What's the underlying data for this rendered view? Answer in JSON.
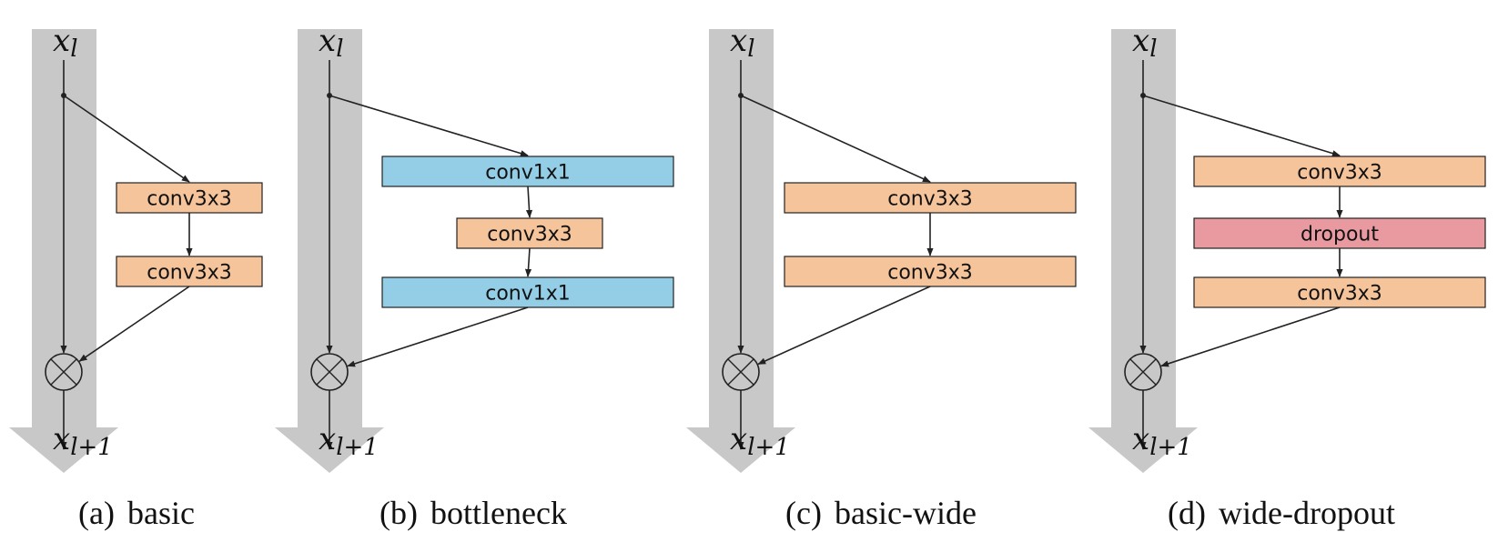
{
  "colors": {
    "highway": "#c8c8c8",
    "conv3x3": "#f5c49a",
    "conv1x1": "#93cde6",
    "dropout": "#e99aa0",
    "stroke": "#222222"
  },
  "symbols": {
    "input_base": "x",
    "input_sub": "l",
    "output_base": "x",
    "output_sub": "l+1"
  },
  "panels": [
    {
      "id": "a",
      "caption_tag": "(a)",
      "caption": "basic",
      "blocks": [
        {
          "label": "conv3x3",
          "kind": "conv3x3"
        },
        {
          "label": "conv3x3",
          "kind": "conv3x3"
        }
      ]
    },
    {
      "id": "b",
      "caption_tag": "(b)",
      "caption": "bottleneck",
      "blocks": [
        {
          "label": "conv1x1",
          "kind": "conv1x1"
        },
        {
          "label": "conv3x3",
          "kind": "conv3x3"
        },
        {
          "label": "conv1x1",
          "kind": "conv1x1"
        }
      ]
    },
    {
      "id": "c",
      "caption_tag": "(c)",
      "caption": "basic-wide",
      "blocks": [
        {
          "label": "conv3x3",
          "kind": "conv3x3"
        },
        {
          "label": "conv3x3",
          "kind": "conv3x3"
        }
      ]
    },
    {
      "id": "d",
      "caption_tag": "(d)",
      "caption": "wide-dropout",
      "blocks": [
        {
          "label": "conv3x3",
          "kind": "conv3x3"
        },
        {
          "label": "dropout",
          "kind": "dropout"
        },
        {
          "label": "conv3x3",
          "kind": "conv3x3"
        }
      ]
    }
  ]
}
